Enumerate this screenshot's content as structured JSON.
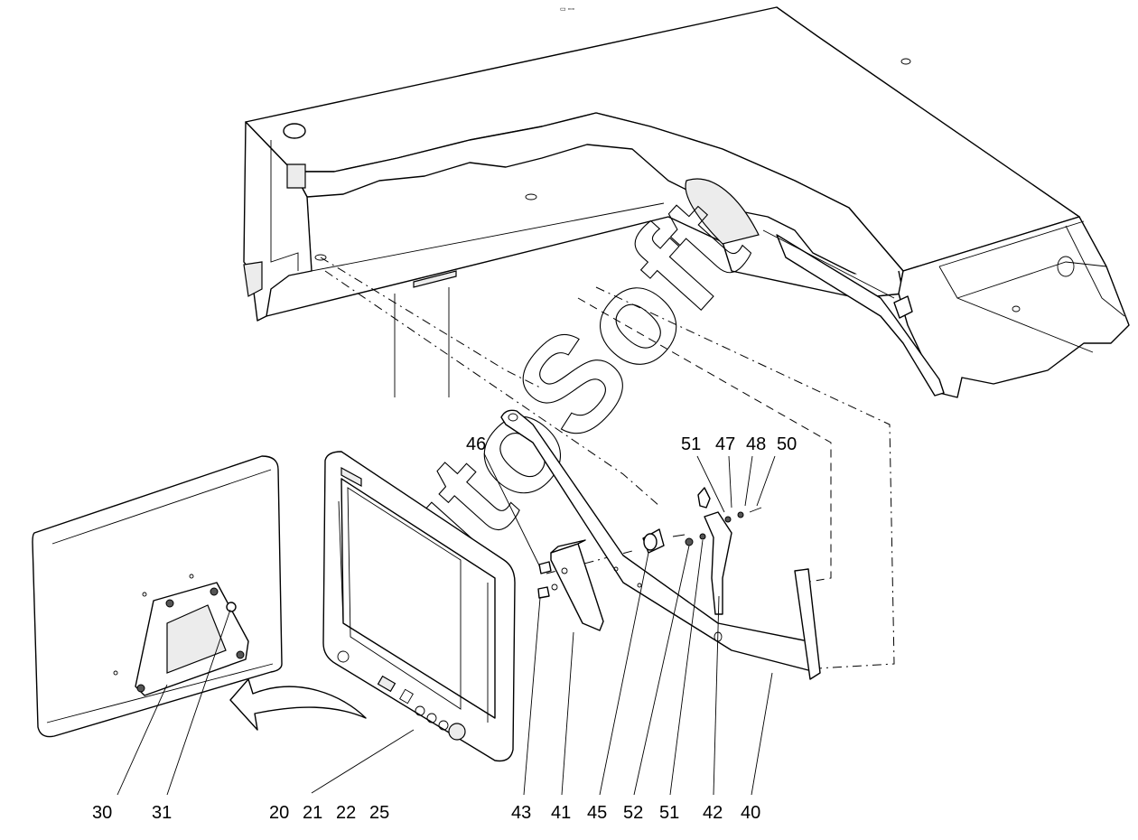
{
  "header_mark": "▭ ▫▫▫",
  "watermark": "AutoSoft",
  "callouts": {
    "c46": "46",
    "c51a": "51",
    "c47": "47",
    "c48": "48",
    "c50": "50",
    "c30": "30",
    "c31": "31",
    "c20": "20",
    "c21": "21",
    "c22": "22",
    "c25": "25",
    "c43": "43",
    "c41": "41",
    "c45": "45",
    "c52": "52",
    "c51b": "51",
    "c42": "42",
    "c40": "40"
  }
}
